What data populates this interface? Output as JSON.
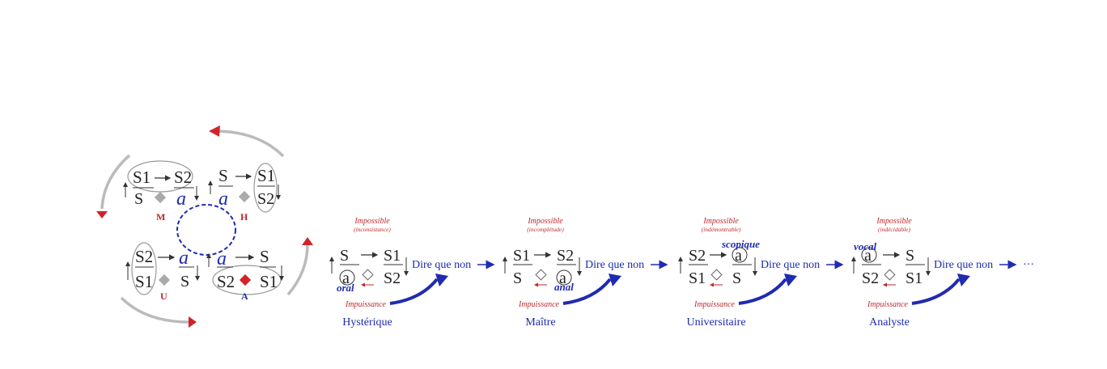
{
  "quadrant": {
    "M": {
      "top_left": "S1",
      "top_right": "S2",
      "bottom_left": "S",
      "bottom_right": "a",
      "label": "M"
    },
    "H": {
      "top_left": "S",
      "top_right": "S1",
      "bottom_left": "a",
      "bottom_right": "S2",
      "label": "H"
    },
    "U": {
      "top_left": "S2",
      "top_right": "a",
      "bottom_left": "S1",
      "bottom_right": "S",
      "label": "U"
    },
    "A": {
      "top_left": "a",
      "top_right": "S",
      "bottom_left": "S2",
      "bottom_right": "S1",
      "label": "A"
    }
  },
  "discourses": [
    {
      "name": "Hystérique",
      "impossible": "Impossible",
      "impossible_sub": "(inconsistance)",
      "top_left": "S",
      "top_right": "S1",
      "bottom_left": "a",
      "bottom_right": "S2",
      "object": "oral",
      "impuissance": "Impuissance",
      "dire": "Dire que non"
    },
    {
      "name": "Maître",
      "impossible": "Impossible",
      "impossible_sub": "(incomplétude)",
      "top_left": "S1",
      "top_right": "S2",
      "bottom_left": "S",
      "bottom_right": "a",
      "object": "anal",
      "impuissance": "Impuissance",
      "dire": "Dire que non"
    },
    {
      "name": "Universitaire",
      "impossible": "Impossible",
      "impossible_sub": "(indémontrable)",
      "top_left": "S2",
      "top_right": "a",
      "bottom_left": "S1",
      "bottom_right": "S",
      "object": "scopique",
      "impuissance": "Impuissance",
      "dire": "Dire que non"
    },
    {
      "name": "Analyste",
      "impossible": "Impossible",
      "impossible_sub": "(indécidable)",
      "top_left": "a",
      "top_right": "S",
      "bottom_left": "S2",
      "bottom_right": "S1",
      "object": "vocal",
      "impuissance": "Impuissance",
      "dire": "Dire que non"
    }
  ],
  "ellipsis": "···"
}
